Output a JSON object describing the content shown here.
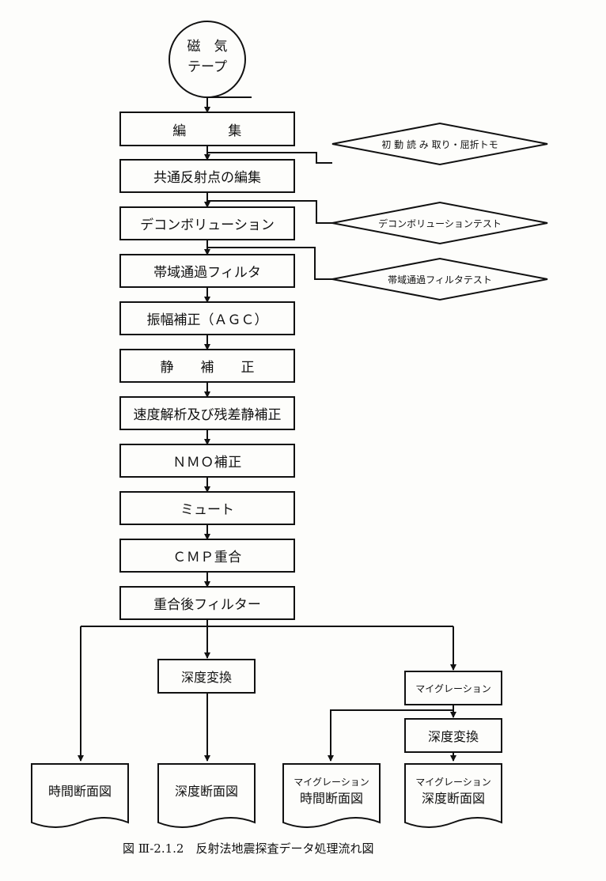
{
  "start": {
    "line1": "磁　気",
    "line2": "テープ"
  },
  "steps": [
    "編　　　集",
    "共通反射点の編集",
    "デコンボリューション",
    "帯域通過フィルタ",
    "振幅補正（ＡＧＣ）",
    "静　　補　　正",
    "速度解析及び残差静補正",
    "ＮＭＯ補正",
    "ミュート",
    "ＣＭＰ重合",
    "重合後フィルター"
  ],
  "side_tests": [
    "初 動 読 み 取り・屈折トモ",
    "デコンボリューションテスト",
    "帯域通過フィルタテスト"
  ],
  "branch": {
    "depth_conversion": "深度変換",
    "migration": "マイグレーション",
    "migration_depth_conversion": "深度変換"
  },
  "outputs": {
    "time_section": "時間断面図",
    "depth_section": "深度断面図",
    "migration_time": {
      "line1": "マイグレーション",
      "line2": "時間断面図"
    },
    "migration_depth": {
      "line1": "マイグレーション",
      "line2": "深度断面図"
    }
  },
  "caption": "図 Ⅲ-2.1.2　反射法地震探査データ処理流れ図"
}
